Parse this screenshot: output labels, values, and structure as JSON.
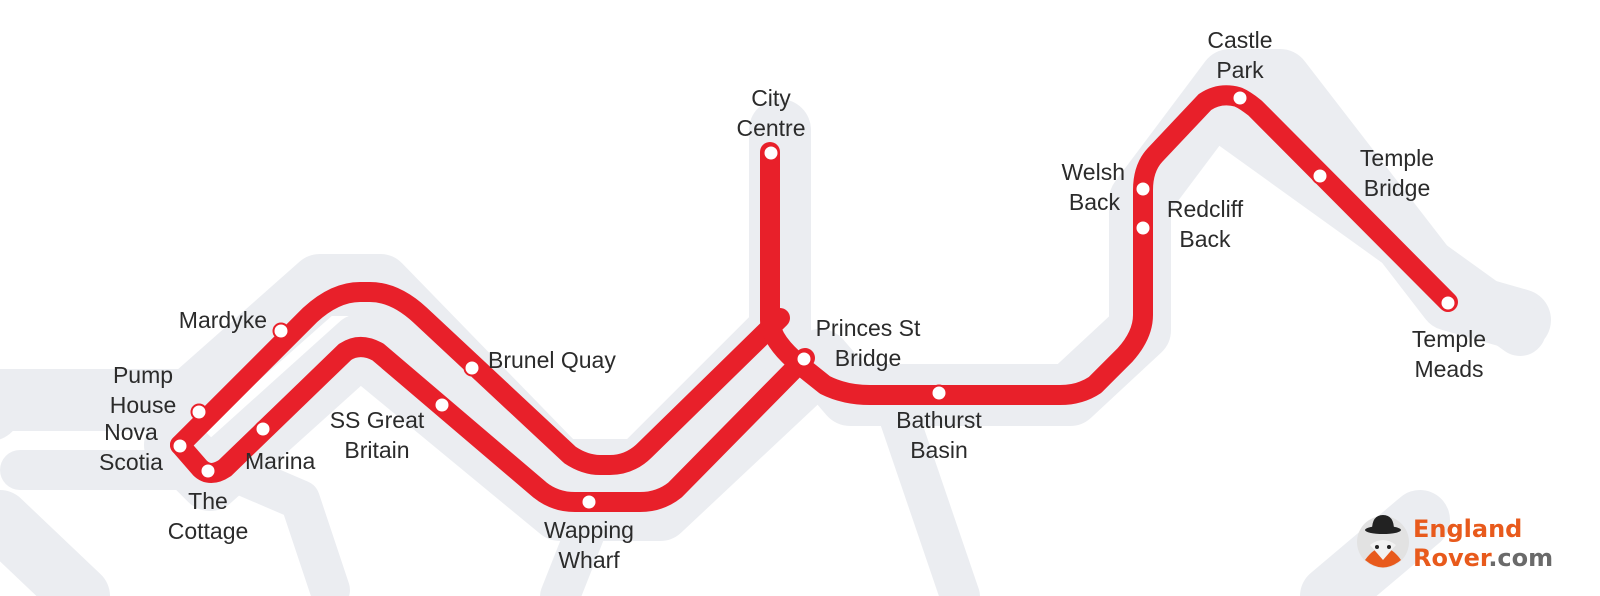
{
  "colors": {
    "line": "#e8202a",
    "river": "#ebedf1",
    "station_fill": "#ffffff",
    "label": "#2b2b2b",
    "brand_orange": "#e85a1c",
    "brand_grey": "#6a6a6a"
  },
  "stations": [
    {
      "id": "city-centre",
      "lines": [
        "City",
        "Centre"
      ]
    },
    {
      "id": "castle-park",
      "lines": [
        "Castle",
        "Park"
      ]
    },
    {
      "id": "temple-bridge",
      "lines": [
        "Temple",
        "Bridge"
      ]
    },
    {
      "id": "welsh-back",
      "lines": [
        "Welsh",
        "Back"
      ]
    },
    {
      "id": "redcliff-back",
      "lines": [
        "Redcliff",
        "Back"
      ]
    },
    {
      "id": "temple-meads",
      "lines": [
        "Temple",
        "Meads"
      ]
    },
    {
      "id": "mardyke",
      "lines": [
        "Mardyke"
      ]
    },
    {
      "id": "princes-st-bridge",
      "lines": [
        "Princes St",
        "Bridge"
      ]
    },
    {
      "id": "brunel-quay",
      "lines": [
        "Brunel Quay"
      ]
    },
    {
      "id": "pump-house",
      "lines": [
        "Pump",
        "House"
      ]
    },
    {
      "id": "ss-great-britain",
      "lines": [
        "SS Great",
        "Britain"
      ]
    },
    {
      "id": "bathurst-basin",
      "lines": [
        "Bathurst",
        "Basin"
      ]
    },
    {
      "id": "nova-scotia",
      "lines": [
        "Nova",
        "Scotia"
      ]
    },
    {
      "id": "marina",
      "lines": [
        "Marina"
      ]
    },
    {
      "id": "the-cottage",
      "lines": [
        "The",
        "Cottage"
      ]
    },
    {
      "id": "wapping-wharf",
      "lines": [
        "Wapping",
        "Wharf"
      ]
    }
  ],
  "brand": {
    "line1": "England",
    "line2_main": "Rover",
    "line2_suffix": ".com",
    "mascot_icon": "fox-with-bowler-hat-icon"
  }
}
